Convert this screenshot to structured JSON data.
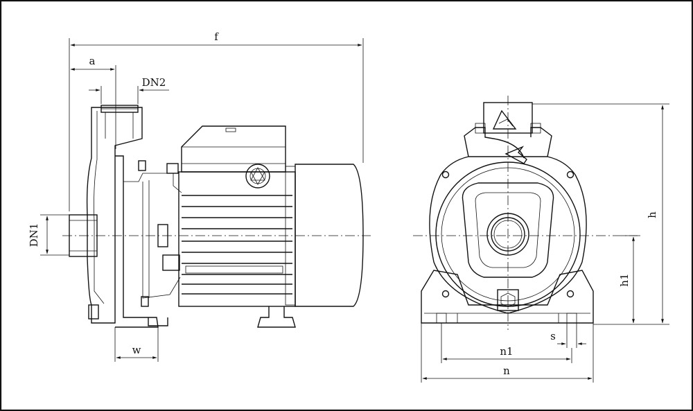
{
  "labels": {
    "f": "f",
    "a": "a",
    "dn2": "DN2",
    "dn1": "DN1",
    "w": "w",
    "h": "h",
    "h1": "h1",
    "s": "s",
    "n1": "n1",
    "n": "n"
  }
}
